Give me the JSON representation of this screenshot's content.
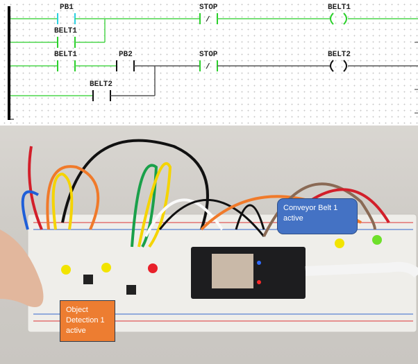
{
  "ladder": {
    "rung1": {
      "contacts": [
        {
          "label": "PB1",
          "type": "normally-open",
          "state": "energized-cyan"
        },
        {
          "label": "BELT1",
          "type": "normally-open",
          "state": "energized"
        },
        {
          "label": "STOP",
          "type": "normally-closed",
          "symbol": "/",
          "state": "energized"
        }
      ],
      "coil": {
        "label": "BELT1",
        "state": "energized"
      }
    },
    "rung2": {
      "contacts": [
        {
          "label": "BELT1",
          "type": "normally-open",
          "state": "energized"
        },
        {
          "label": "PB2",
          "type": "normally-open",
          "state": "off"
        },
        {
          "label": "BELT2",
          "type": "normally-open",
          "state": "off"
        },
        {
          "label": "STOP",
          "type": "normally-closed",
          "symbol": "/",
          "state": "energized"
        }
      ],
      "coil": {
        "label": "BELT2",
        "state": "off"
      }
    },
    "colors": {
      "energized": "#4cd64c",
      "pb_active": "#2ad0e0",
      "off": "#555555",
      "rail": "#000000"
    }
  },
  "photo": {
    "description": "ESP32 on breadboard with jumper wires, LEDs and push buttons",
    "callouts": {
      "conveyor": "Conveyor Belt 1 active",
      "object": "Object Detection 1 active"
    },
    "callout_colors": {
      "conveyor": "#4472c4",
      "object": "#ed7d31"
    }
  }
}
